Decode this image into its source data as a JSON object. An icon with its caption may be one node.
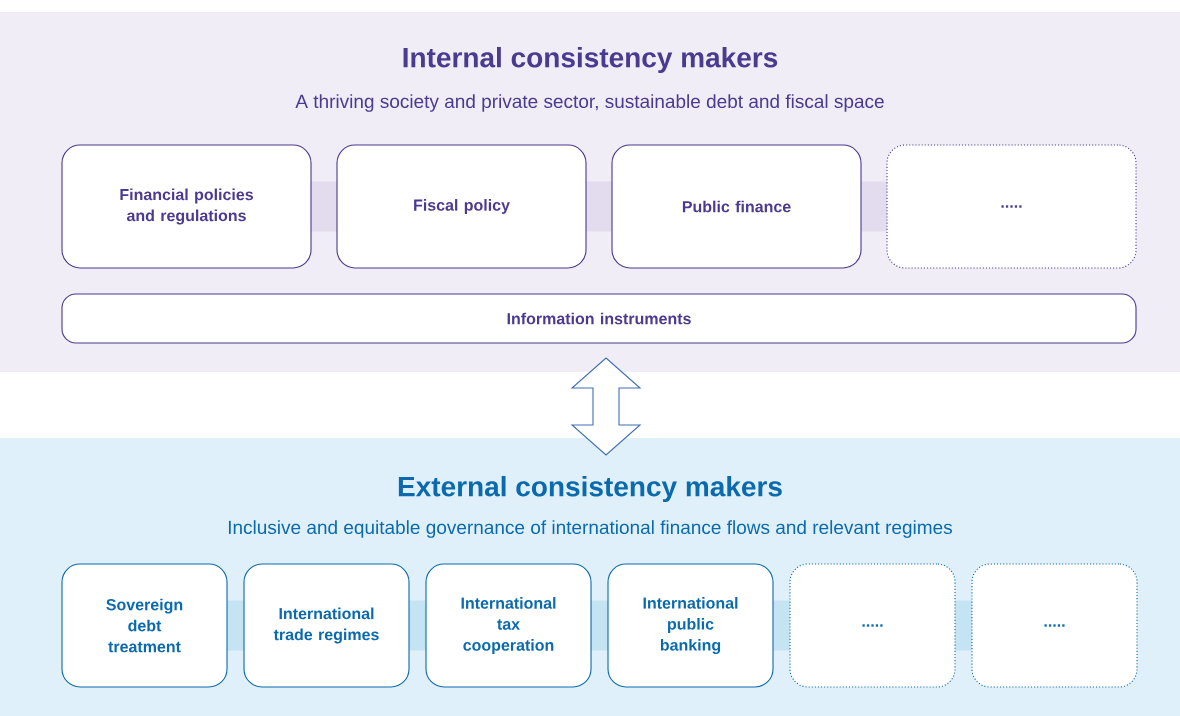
{
  "diagram": {
    "nodes": [
      {
        "text": [
          "Internal consistency makers",
          "A thriving society and private sector, sustainable debt and fiscal space"
        ]
      },
      {
        "text": [
          "Financial policies and regulations"
        ],
        "in": 0
      },
      {
        "text": [
          "Fiscal policy"
        ],
        "in": 0
      },
      {
        "text": [
          "Public finance"
        ],
        "in": 0
      },
      {
        "text": [
          "....."
        ],
        "in": 0
      },
      {
        "text": [
          "Information instruments"
        ],
        "in": 0
      },
      {
        "text": [
          "External consistency makers",
          "Inclusive and equitable governance of international finance flows and relevant regimes"
        ]
      },
      {
        "text": [
          "Sovereign debt treatment"
        ],
        "in": 6
      },
      {
        "text": [
          "International trade regimes"
        ],
        "in": 6
      },
      {
        "text": [
          "International tax cooperation"
        ],
        "in": 6
      },
      {
        "text": [
          "International public banking"
        ],
        "in": 6
      },
      {
        "text": [
          "....."
        ],
        "in": 6
      },
      {
        "text": [
          "....."
        ],
        "in": 6
      }
    ],
    "edges": [
      {
        "from": 5,
        "to": 6,
        "arrow": "both"
      }
    ]
  }
}
